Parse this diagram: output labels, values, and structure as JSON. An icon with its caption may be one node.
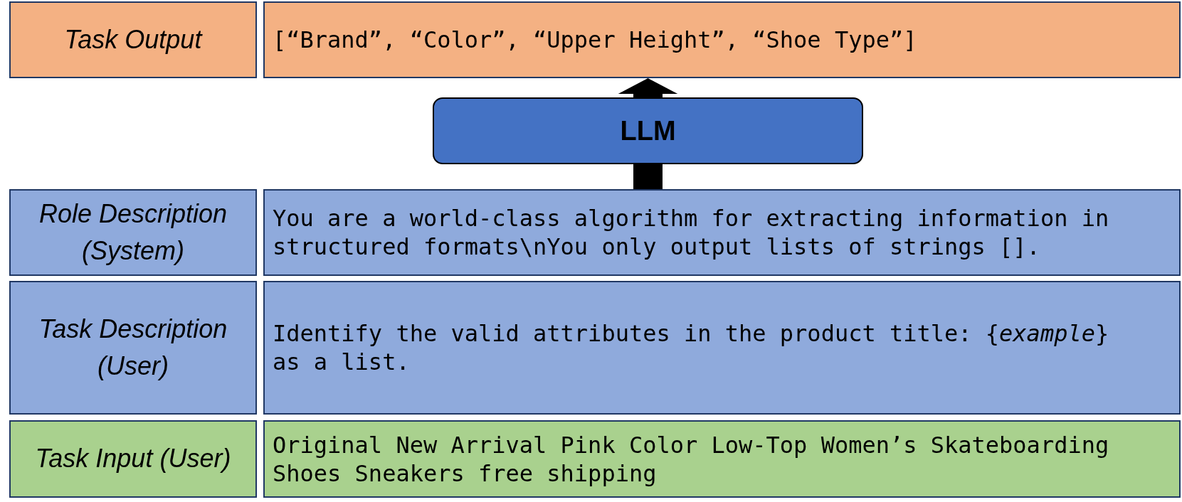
{
  "diagram": {
    "nodes": [
      {
        "text": [
          "Task Output"
        ]
      },
      {
        "text": [
          "[“Brand”, “Color”, “Upper Height”, “Shoe Type”]"
        ]
      },
      {
        "text": [
          "LLM"
        ]
      },
      {
        "text": [
          "Role Description (System)"
        ]
      },
      {
        "text": [
          "You are a world-class algorithm for extracting information in structured formats\\nYou only output lists of strings []."
        ]
      },
      {
        "text": [
          "Task Description (User)"
        ]
      },
      {
        "text": [
          "Identify the valid attributes in the product title: {*example*} as a list."
        ]
      },
      {
        "text": [
          "Task Input (User)"
        ]
      },
      {
        "text": [
          "Original New Arrival Pink Color Low-Top Women’s Skateboarding Shoes Sneakers free shipping"
        ]
      }
    ],
    "edges": [
      {
        "from": 4,
        "to": 2,
        "arrow": "none",
        "style": "thick"
      },
      {
        "from": 2,
        "to": 1,
        "arrow": "to",
        "style": "thick"
      }
    ]
  }
}
